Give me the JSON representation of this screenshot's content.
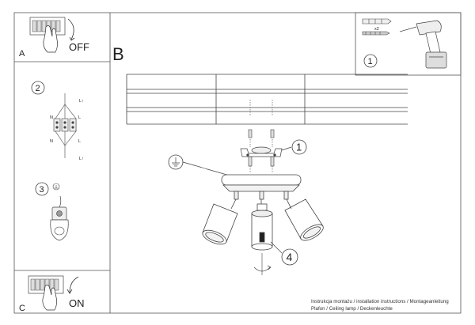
{
  "panels": {
    "a": {
      "letter": "A",
      "action": "OFF"
    },
    "b": {
      "letter": "B"
    },
    "c": {
      "letter": "C",
      "action": "ON"
    }
  },
  "steps": {
    "s1_top": "1",
    "s2": "2",
    "s3": "3",
    "s1_bracket": "1",
    "s4": "4"
  },
  "labels": {
    "screw_qty": "x2",
    "wire_n": "N",
    "wire_l": "L",
    "wire_l1": "L↑"
  },
  "icons": {
    "power_off": "hand-on-switch-icon",
    "power_on": "hand-on-switch-icon",
    "ground": "earth-ground-icon",
    "drill": "power-drill-icon",
    "rotate": "rotate-arrow-icon"
  },
  "footer": {
    "line1": "Instrukcja montażu / installation instructions / Montageanleitung",
    "line2": "Plafon / Ceiling lamp / Deckenleuchte"
  }
}
